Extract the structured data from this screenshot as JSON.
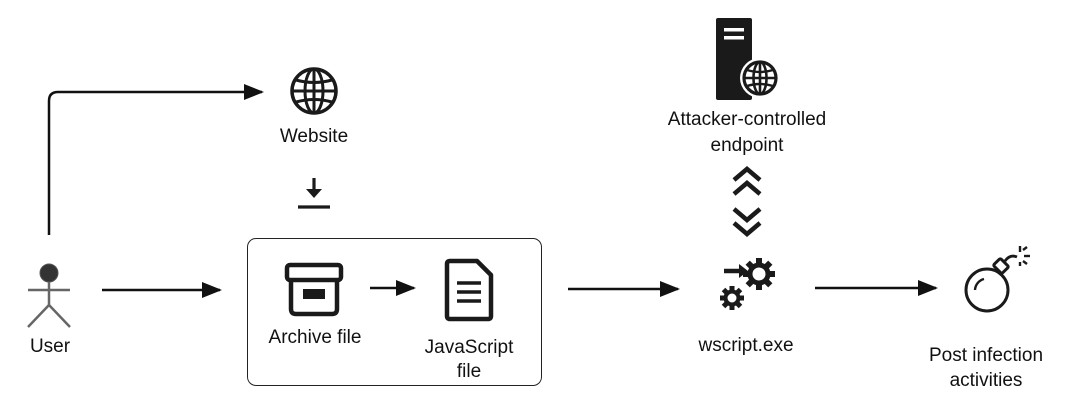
{
  "nodes": {
    "user": {
      "label": "User"
    },
    "website": {
      "label": "Website"
    },
    "archive": {
      "label": "Archive file"
    },
    "javascript": {
      "label": "JavaScript file",
      "line1": "JavaScript",
      "line2": "file"
    },
    "wscript": {
      "label": "wscript.exe"
    },
    "endpoint": {
      "label": "Attacker-controlled endpoint",
      "line1": "Attacker-controlled",
      "line2": "endpoint"
    },
    "post": {
      "label": "Post infection activities",
      "line1": "Post infection",
      "line2": "activities"
    }
  },
  "icons": {
    "user": "person-icon",
    "website": "globe-icon",
    "download": "download-icon",
    "archive": "archive-box-icon",
    "javascript": "document-icon",
    "wscript": "gears-icon",
    "endpoint": "server-globe-icon",
    "post": "bomb-icon",
    "traffic_up": "chevron-double-up-icon",
    "traffic_down": "chevron-double-down-icon"
  },
  "colors": {
    "line": "#111111",
    "icon": "#1a1a1a",
    "user_head": "#333333",
    "user_body": "#666666"
  }
}
